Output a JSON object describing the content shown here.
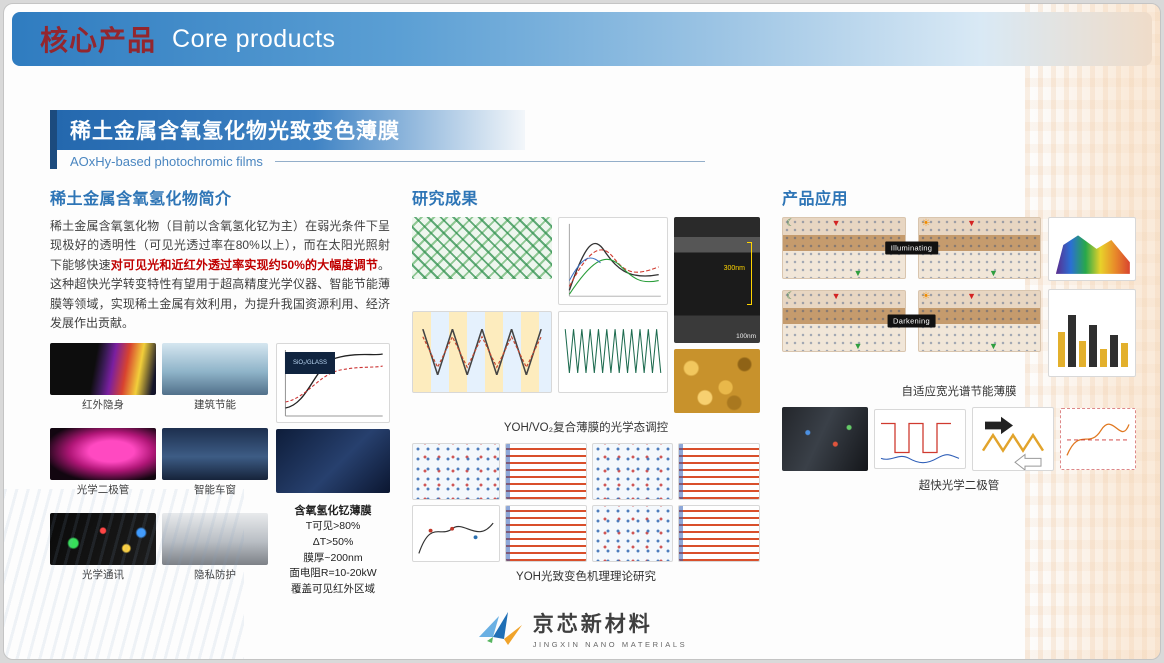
{
  "header": {
    "title_zh": "核心产品",
    "title_en": "Core products"
  },
  "section": {
    "title": "稀土金属含氧氢化物光致变色薄膜",
    "subtitle": "AOxHy-based photochromic films"
  },
  "intro": {
    "heading": "稀土金属含氧氢化物简介",
    "para_start": "稀土金属含氧氢化物（目前以含氧氢化钇为主）在弱光条件下呈现极好的透明性（可见光透过率在80%以上），而在太阳光照射下能够快速",
    "para_red": "对可见光和近红外透过率实现约50%的大幅度调节",
    "para_end": "。这种超快光学转变特性有望用于超高精度光学仪器、智能节能薄膜等领域，实现稀土金属有效利用，为提升我国资源利用、经济发展作出贡献。",
    "apps": [
      {
        "label": "红外隐身"
      },
      {
        "label": "建筑节能"
      },
      {
        "label": "光学二极管"
      },
      {
        "label": "智能车窗"
      },
      {
        "label": "光学通讯"
      },
      {
        "label": "隐私防护"
      }
    ],
    "chart_label": "SiO₂/GLASS",
    "specs": {
      "title": "含氧氢化钇薄膜",
      "lines": [
        "T可见>80%",
        "ΔT>50%",
        "膜厚~200nm",
        "面电阻R=10-20kW",
        "覆盖可见红外区域"
      ]
    }
  },
  "research": {
    "heading": "研究成果",
    "sem_scale_top": "300nm",
    "sem_scale_bottom": "100nm",
    "caption_1": "YOH/VO₂复合薄膜的光学态调控",
    "caption_2": "YOH光致变色机理理论研究"
  },
  "applications": {
    "heading": "产品应用",
    "label_illuminating": "Illuminating",
    "label_darkening": "Darkening",
    "caption_1": "自适应宽光谱节能薄膜",
    "caption_2": "超快光学二极管"
  },
  "icons": {
    "sun": "☀",
    "moon": "☾",
    "arrow_down": "▼"
  },
  "footer": {
    "logo_zh": "京芯新材料",
    "logo_en": "JINGXIN NANO MATERIALS"
  }
}
